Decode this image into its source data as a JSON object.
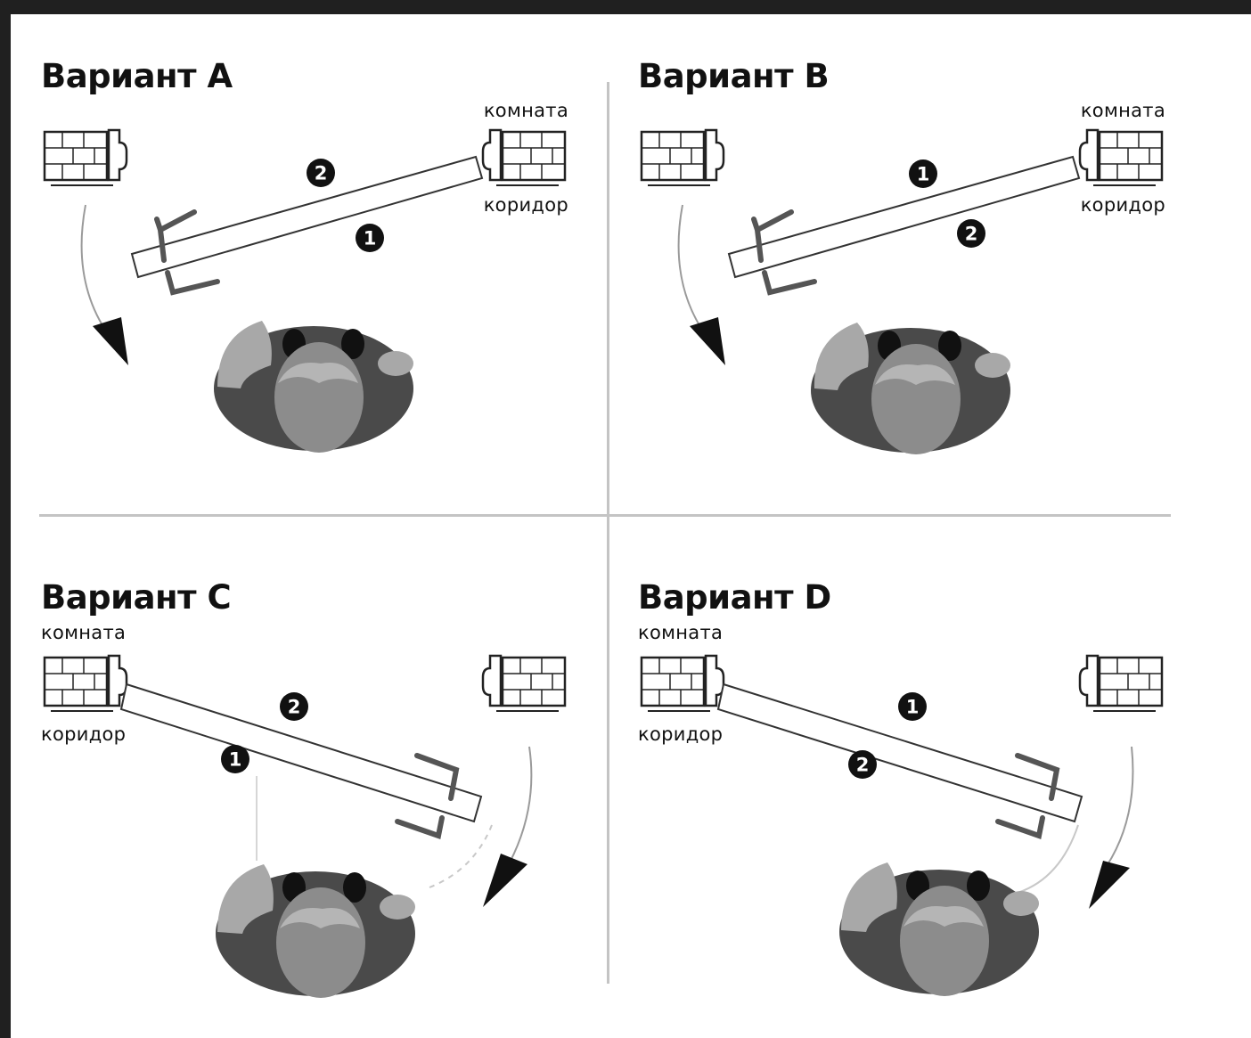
{
  "variants": [
    {
      "title": "Вариант A",
      "room_label": "комната",
      "corridor_label": "коридор",
      "side_top": "2",
      "side_bottom": "1",
      "hinge": "right"
    },
    {
      "title": "Вариант B",
      "room_label": "комната",
      "corridor_label": "коридор",
      "side_top": "1",
      "side_bottom": "2",
      "hinge": "right"
    },
    {
      "title": "Вариант C",
      "room_label": "комната",
      "corridor_label": "коридор",
      "side_top": "2",
      "side_bottom": "1",
      "hinge": "left"
    },
    {
      "title": "Вариант D",
      "room_label": "комната",
      "corridor_label": "коридор",
      "side_top": "1",
      "side_bottom": "2",
      "hinge": "left"
    }
  ],
  "colors": {
    "page_frame": "#202020",
    "background": "#ffffff",
    "person_body": "#4a4a4a",
    "person_head": "#8c8c8c",
    "person_hand": "#a8a8a8",
    "handle": "#555555",
    "separator": "#c4c4c4"
  },
  "icons": [
    "wall-icon",
    "door-frame-icon",
    "door-leaf",
    "door-handle-icon",
    "swing-arrow-icon",
    "person-icon",
    "side-badge"
  ]
}
